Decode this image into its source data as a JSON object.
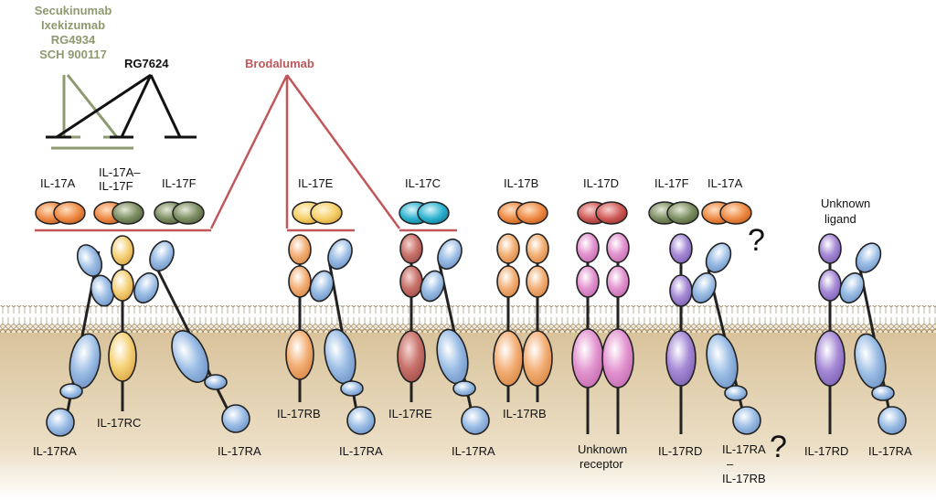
{
  "colors": {
    "membrane_fill": "#d8c29a",
    "blue_receptor": "#9dbfe6",
    "yellow_receptor": "#f6d27a",
    "peach_receptor": "#f3b077",
    "red_receptor": "#c9736c",
    "pink_receptor": "#e395d0",
    "purple_receptor": "#a68ad6",
    "ligand_orange": "#ee8a45",
    "ligand_green": "#7c8d62",
    "ligand_yellow": "#f6cf67",
    "ligand_teal": "#2cb2cf",
    "ligand_red": "#cf5a57",
    "drug_green_text": "#8d9a6f",
    "drug_black_text": "#111111",
    "brodalumab_color": "#c0575a"
  },
  "drugs": {
    "group_green": [
      "Secukinumab",
      "Ixekizumab",
      "RG4934",
      "SCH 900117"
    ],
    "rg7624": "RG7624",
    "brodalumab": "Brodalumab"
  },
  "ligands": {
    "il17a": "IL-17A",
    "il17af_line1": "IL-17A–",
    "il17af_line2": "IL-17F",
    "il17f": "IL-17F",
    "il17e": "IL-17E",
    "il17c": "IL-17C",
    "il17b": "IL-17B",
    "il17d": "IL-17D",
    "il17f_2": "IL-17F",
    "il17a_2": "IL-17A",
    "unknown_line1": "Unknown",
    "unknown_line2": "ligand"
  },
  "receptors": {
    "il17ra_1": "IL-17RA",
    "il17rc": "IL-17RC",
    "il17ra_2": "IL-17RA",
    "il17rb_1": "IL-17RB",
    "il17ra_3": "IL-17RA",
    "il17re": "IL-17RE",
    "il17ra_4": "IL-17RA",
    "il17rb_2": "IL-17RB",
    "unknown_receptor_line1": "Unknown",
    "unknown_receptor_line2": "receptor",
    "il17rd_1": "IL-17RD",
    "il17ra_rb_line1": "IL-17RA",
    "il17ra_rb_line2": "–",
    "il17ra_rb_line3": "IL-17RB",
    "il17rd_2": "IL-17RD",
    "il17ra_5": "IL-17RA"
  },
  "question_mark": "?"
}
